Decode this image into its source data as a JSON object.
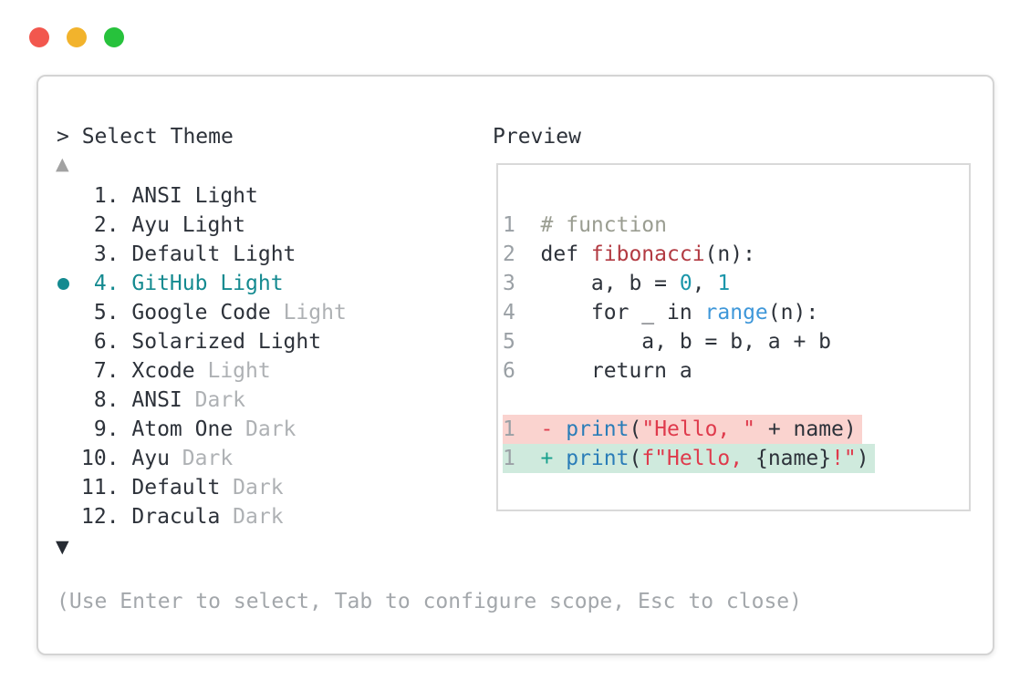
{
  "colors": {
    "ink": "#2d323a",
    "muted": "#aeb1b4",
    "help": "#a3a7ab",
    "linenum": "#9aa0a5",
    "teal": "#148a90",
    "comment": "#9a9d91",
    "fname": "#b23a42",
    "lit": "#1b96aa",
    "call": "#3e97d9",
    "pblue": "#2a7db8",
    "str": "#df3a4c",
    "minus": "#e04150",
    "plus": "#17a08d",
    "removed-bg": "#fad3cf",
    "added-bg": "#cfeadd",
    "window-border": "#d4d4d4",
    "box-border": "#d9d9d9",
    "traffic-red": "#f2574e",
    "traffic-yellow": "#f2b32c",
    "traffic-green": "#27c23c"
  },
  "prompt": {
    "symbol": ">",
    "title": "Select Theme"
  },
  "scroll": {
    "up": "▲",
    "down": "▼"
  },
  "list": {
    "items": [
      {
        "number": "1",
        "label": "ANSI Light",
        "muted": "",
        "selected": false
      },
      {
        "number": "2",
        "label": "Ayu Light",
        "muted": "",
        "selected": false
      },
      {
        "number": "3",
        "label": "Default Light",
        "muted": "",
        "selected": false
      },
      {
        "number": "4",
        "label": "GitHub Light",
        "muted": "",
        "selected": true
      },
      {
        "number": "5",
        "label": "Google Code",
        "muted": "Light",
        "selected": false
      },
      {
        "number": "6",
        "label": "Solarized Light",
        "muted": "",
        "selected": false
      },
      {
        "number": "7",
        "label": "Xcode",
        "muted": "Light",
        "selected": false
      },
      {
        "number": "8",
        "label": "ANSI",
        "muted": "Dark",
        "selected": false
      },
      {
        "number": "9",
        "label": "Atom One",
        "muted": "Dark",
        "selected": false
      },
      {
        "number": "10",
        "label": "Ayu",
        "muted": "Dark",
        "selected": false
      },
      {
        "number": "11",
        "label": "Default",
        "muted": "Dark",
        "selected": false
      },
      {
        "number": "12",
        "label": "Dracula",
        "muted": "Dark",
        "selected": false
      }
    ]
  },
  "preview": {
    "label": "Preview",
    "lines": [
      {
        "type": "code",
        "tokens": [
          [
            "ln",
            "1"
          ],
          [
            "comment",
            "# function"
          ]
        ]
      },
      {
        "type": "code",
        "tokens": [
          [
            "ln",
            "2"
          ],
          [
            "plain",
            "def "
          ],
          [
            "fname",
            "fibonacci"
          ],
          [
            "plain",
            "(n):"
          ]
        ]
      },
      {
        "type": "code",
        "tokens": [
          [
            "ln",
            "3"
          ],
          [
            "plain",
            "    a, b = "
          ],
          [
            "lit",
            "0"
          ],
          [
            "plain",
            ", "
          ],
          [
            "lit",
            "1"
          ]
        ]
      },
      {
        "type": "code",
        "tokens": [
          [
            "ln",
            "4"
          ],
          [
            "plain",
            "    for _ in "
          ],
          [
            "call",
            "range"
          ],
          [
            "plain",
            "(n):"
          ]
        ]
      },
      {
        "type": "code",
        "tokens": [
          [
            "ln",
            "5"
          ],
          [
            "plain",
            "        a, b = b, a + b"
          ]
        ]
      },
      {
        "type": "code",
        "tokens": [
          [
            "ln",
            "6"
          ],
          [
            "plain",
            "    return a"
          ]
        ]
      },
      {
        "type": "blank",
        "tokens": []
      },
      {
        "type": "removed",
        "tokens": [
          [
            "ln",
            "1"
          ],
          [
            "minus",
            "- "
          ],
          [
            "pblue",
            "print"
          ],
          [
            "plain",
            "("
          ],
          [
            "str",
            "\"Hello, \""
          ],
          [
            "plain",
            " + name)"
          ]
        ]
      },
      {
        "type": "added",
        "tokens": [
          [
            "ln",
            "1"
          ],
          [
            "plus",
            "+ "
          ],
          [
            "pblue",
            "print"
          ],
          [
            "plain",
            "("
          ],
          [
            "str",
            "f\"Hello, "
          ],
          [
            "plain",
            "{name}"
          ],
          [
            "str",
            "!\""
          ],
          [
            "plain",
            ")"
          ]
        ]
      }
    ]
  },
  "help": {
    "text": "(Use Enter to select, Tab to configure scope, Esc to close)"
  }
}
